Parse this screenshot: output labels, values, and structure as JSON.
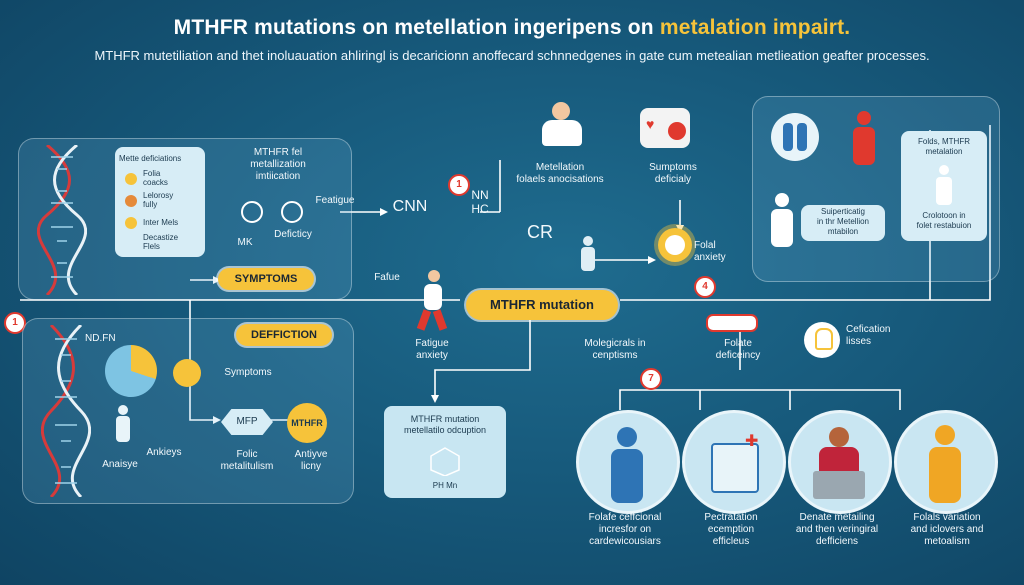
{
  "header": {
    "title_main": "MTHFR mutations on metellation ingeripens on ",
    "title_highlight": "metalation impairt.",
    "subtitle": "MTHFR mutetiliation and thet inoluauation ahliringl is decaricionn anoffecard schnnedgenes in gate cum metealian metlieation geafter processes."
  },
  "top_left_panel": {
    "legend_lines": [
      "Mette deficiations",
      "Folia\ncoacks",
      "Lelorosy\nfully",
      "Inter Mels",
      "Decastize\nFlels"
    ],
    "block_title": "MTHFR fel\nmetallization\nimtiication",
    "label_fatigue": "Featigue",
    "label_mk": "MK",
    "label_deficity": "Deficticy",
    "symptoms_pill": "SYMPTOMS",
    "fafue": "Fafue"
  },
  "center_top": {
    "formula1": "CNN",
    "formula2": "NN\nHC",
    "formula3": "CR",
    "metellation": "Metellation\nfolaels anocisations",
    "symptoms": "Sumptoms\ndeficialy",
    "folal": "Folal\nanxiety",
    "badge1": "1",
    "badge2": "4"
  },
  "top_right_panel": {
    "sub_text": "Suiperticatig\nin thr Metellion\nmtabilon",
    "card_title": "Folds, MTHFR\nmetalation",
    "card_sub": "Crolotoon in\nfolet restabuion"
  },
  "center": {
    "mutation_pill": "MTHFR mutation",
    "fatigue": "Fatigue\nanxiety",
    "molecular": "Molegicrals in\ncenptisms",
    "folate": "Folate\ndeficeincy",
    "cefication": "Cefication\nlisses",
    "badge3": "7"
  },
  "bottom_left_panel": {
    "badge": "1",
    "nd": "ND.FN",
    "defiction_pill": "DEFFICTION",
    "symptoms": "Symptoms",
    "analyse": "Anaisye",
    "ankieys": "Ankieys",
    "mfp": "MFP",
    "mthfr": "MTHFR",
    "folic": "Folic\nmetalitulism",
    "antive": "Antiyve\nlicny"
  },
  "bottom_mid_panel": {
    "title": "MTHFR mutation\nmetellatilo odcuption",
    "ph": "PH  Mn"
  },
  "bottom_circles": [
    {
      "caption": "Folafe ceffcional\nincresfor on\ncardewicousiars"
    },
    {
      "caption": "Pectratation\necemption\nefficleus"
    },
    {
      "caption": "Denate metailing\nand then veringiral\ndefficiens"
    },
    {
      "caption": "Folals variation\nand iclovers and\nmetoalism"
    }
  ],
  "colors": {
    "accent": "#f6c33a",
    "red": "#e0392e",
    "panel": "#d7edf6",
    "person_blue": "#2e74b5",
    "person_orange": "#f0a624"
  }
}
